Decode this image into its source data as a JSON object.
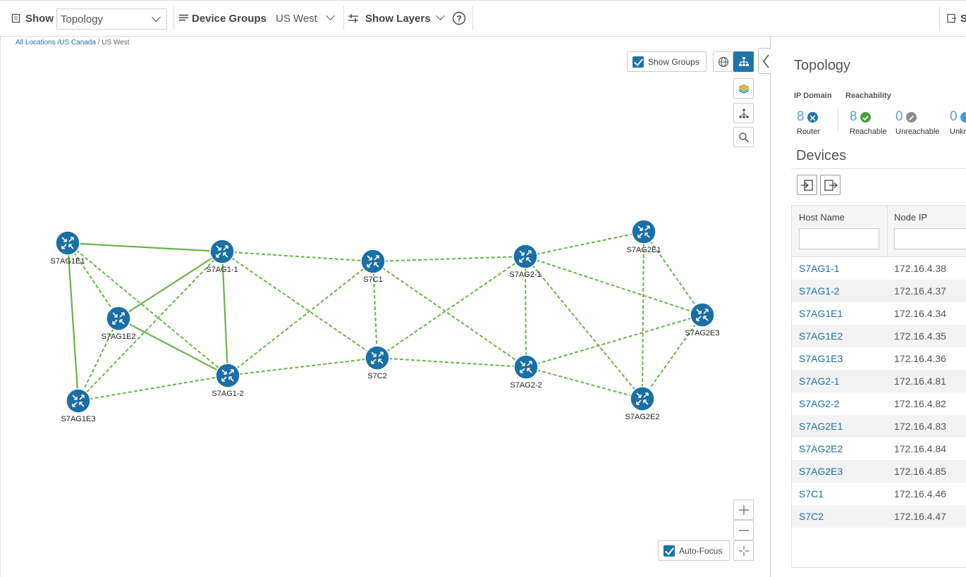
{
  "toolbar": {
    "show_label": "Show",
    "show_value": "Topology",
    "device_groups_label": "Device Groups",
    "device_groups_value": "US West",
    "show_layers_label": "Show Layers",
    "right_label": "S"
  },
  "breadcrumb": {
    "all": "All Locations",
    "region": "/US Canada",
    "current": "/ US West"
  },
  "map": {
    "show_groups_label": "Show Groups",
    "show_groups_checked": true,
    "auto_focus_label": "Auto-Focus",
    "auto_focus_checked": true,
    "nodes": [
      {
        "id": "S7AG1E1",
        "label": "S7AG1E1"
      },
      {
        "id": "S7AG1-1",
        "label": "S7AG1-1"
      },
      {
        "id": "S7AG1E2",
        "label": "S7AG1E2"
      },
      {
        "id": "S7AG1-2",
        "label": "S7AG1-2"
      },
      {
        "id": "S7AG1E3",
        "label": "S7AG1E3"
      },
      {
        "id": "S7C1",
        "label": "S7C1"
      },
      {
        "id": "S7C2",
        "label": "S7C2"
      },
      {
        "id": "S7AG2-1",
        "label": "S7AG2-1"
      },
      {
        "id": "S7AG2-2",
        "label": "S7AG2-2"
      },
      {
        "id": "S7AG2E1",
        "label": "S7AG2E1"
      },
      {
        "id": "S7AG2E3",
        "label": "S7AG2E3"
      },
      {
        "id": "S7AG2E2",
        "label": "S7AG2E2"
      }
    ],
    "links": [
      {
        "a": "S7AG1E1",
        "b": "S7AG1-1",
        "style": "solid"
      },
      {
        "a": "S7AG1E1",
        "b": "S7AG1E3",
        "style": "solid"
      },
      {
        "a": "S7AG1E2",
        "b": "S7AG1-1",
        "style": "solid"
      },
      {
        "a": "S7AG1E2",
        "b": "S7AG1-2",
        "style": "solid"
      },
      {
        "a": "S7AG1-1",
        "b": "S7AG1-2",
        "style": "solid"
      },
      {
        "a": "S7AG1E1",
        "b": "S7AG1-2",
        "style": "dashed"
      },
      {
        "a": "S7AG1E1",
        "b": "S7AG1E2",
        "style": "dashed"
      },
      {
        "a": "S7AG1E2",
        "b": "S7AG1E3",
        "style": "dashed"
      },
      {
        "a": "S7AG1-1",
        "b": "S7AG1E3",
        "style": "dashed"
      },
      {
        "a": "S7AG1E3",
        "b": "S7AG1-2",
        "style": "dashed"
      },
      {
        "a": "S7AG1-1",
        "b": "S7C1",
        "style": "dashed"
      },
      {
        "a": "S7AG1-1",
        "b": "S7C2",
        "style": "dashed"
      },
      {
        "a": "S7AG1-2",
        "b": "S7C1",
        "style": "dashed"
      },
      {
        "a": "S7AG1-2",
        "b": "S7C2",
        "style": "dashed"
      },
      {
        "a": "S7C1",
        "b": "S7C2",
        "style": "dashed"
      },
      {
        "a": "S7C1",
        "b": "S7AG2-1",
        "style": "dashed"
      },
      {
        "a": "S7C1",
        "b": "S7AG2-2",
        "style": "dashed"
      },
      {
        "a": "S7C2",
        "b": "S7AG2-1",
        "style": "dashed"
      },
      {
        "a": "S7C2",
        "b": "S7AG2-2",
        "style": "dashed"
      },
      {
        "a": "S7AG2-1",
        "b": "S7AG2-2",
        "style": "dashed"
      },
      {
        "a": "S7AG2-1",
        "b": "S7AG2E1",
        "style": "dashed"
      },
      {
        "a": "S7AG2-1",
        "b": "S7AG2E3",
        "style": "dashed"
      },
      {
        "a": "S7AG2-1",
        "b": "S7AG2E2",
        "style": "dashed"
      },
      {
        "a": "S7AG2-2",
        "b": "S7AG2E3",
        "style": "dashed"
      },
      {
        "a": "S7AG2-2",
        "b": "S7AG2E2",
        "style": "dashed"
      },
      {
        "a": "S7AG2E1",
        "b": "S7AG2E3",
        "style": "dashed"
      },
      {
        "a": "S7AG2E1",
        "b": "S7AG2E2",
        "style": "dashed"
      },
      {
        "a": "S7AG2E3",
        "b": "S7AG2E2",
        "style": "dashed"
      }
    ]
  },
  "panel": {
    "title": "Topology",
    "ip_domain_label": "IP Domain",
    "reachability_label": "Reachability",
    "router_count": "8",
    "router_label": "Router",
    "reachable_count": "8",
    "reachable_label": "Reachable",
    "unreachable_count": "0",
    "unreachable_label": "Unreachable",
    "unknown_count": "0",
    "unknown_label": "Unkn",
    "devices_title": "Devices",
    "columns": {
      "host": "Host Name",
      "ip": "Node IP"
    },
    "devices": [
      {
        "host": "S7AG1-1",
        "ip": "172.16.4.38"
      },
      {
        "host": "S7AG1-2",
        "ip": "172.16.4.37"
      },
      {
        "host": "S7AG1E1",
        "ip": "172.16.4.34"
      },
      {
        "host": "S7AG1E2",
        "ip": "172.16.4.35"
      },
      {
        "host": "S7AG1E3",
        "ip": "172.16.4.36"
      },
      {
        "host": "S7AG2-1",
        "ip": "172.16.4.81"
      },
      {
        "host": "S7AG2-2",
        "ip": "172.16.4.82"
      },
      {
        "host": "S7AG2E1",
        "ip": "172.16.4.83"
      },
      {
        "host": "S7AG2E2",
        "ip": "172.16.4.84"
      },
      {
        "host": "S7AG2E3",
        "ip": "172.16.4.85"
      },
      {
        "host": "S7C1",
        "ip": "172.16.4.46"
      },
      {
        "host": "S7C2",
        "ip": "172.16.4.47"
      }
    ]
  },
  "colors": {
    "accent": "#1e74a8",
    "link": "#6cb24a",
    "node": "#1a6fa6",
    "reachable": "#4a9d3c",
    "unreachable": "#8a8a8a"
  }
}
